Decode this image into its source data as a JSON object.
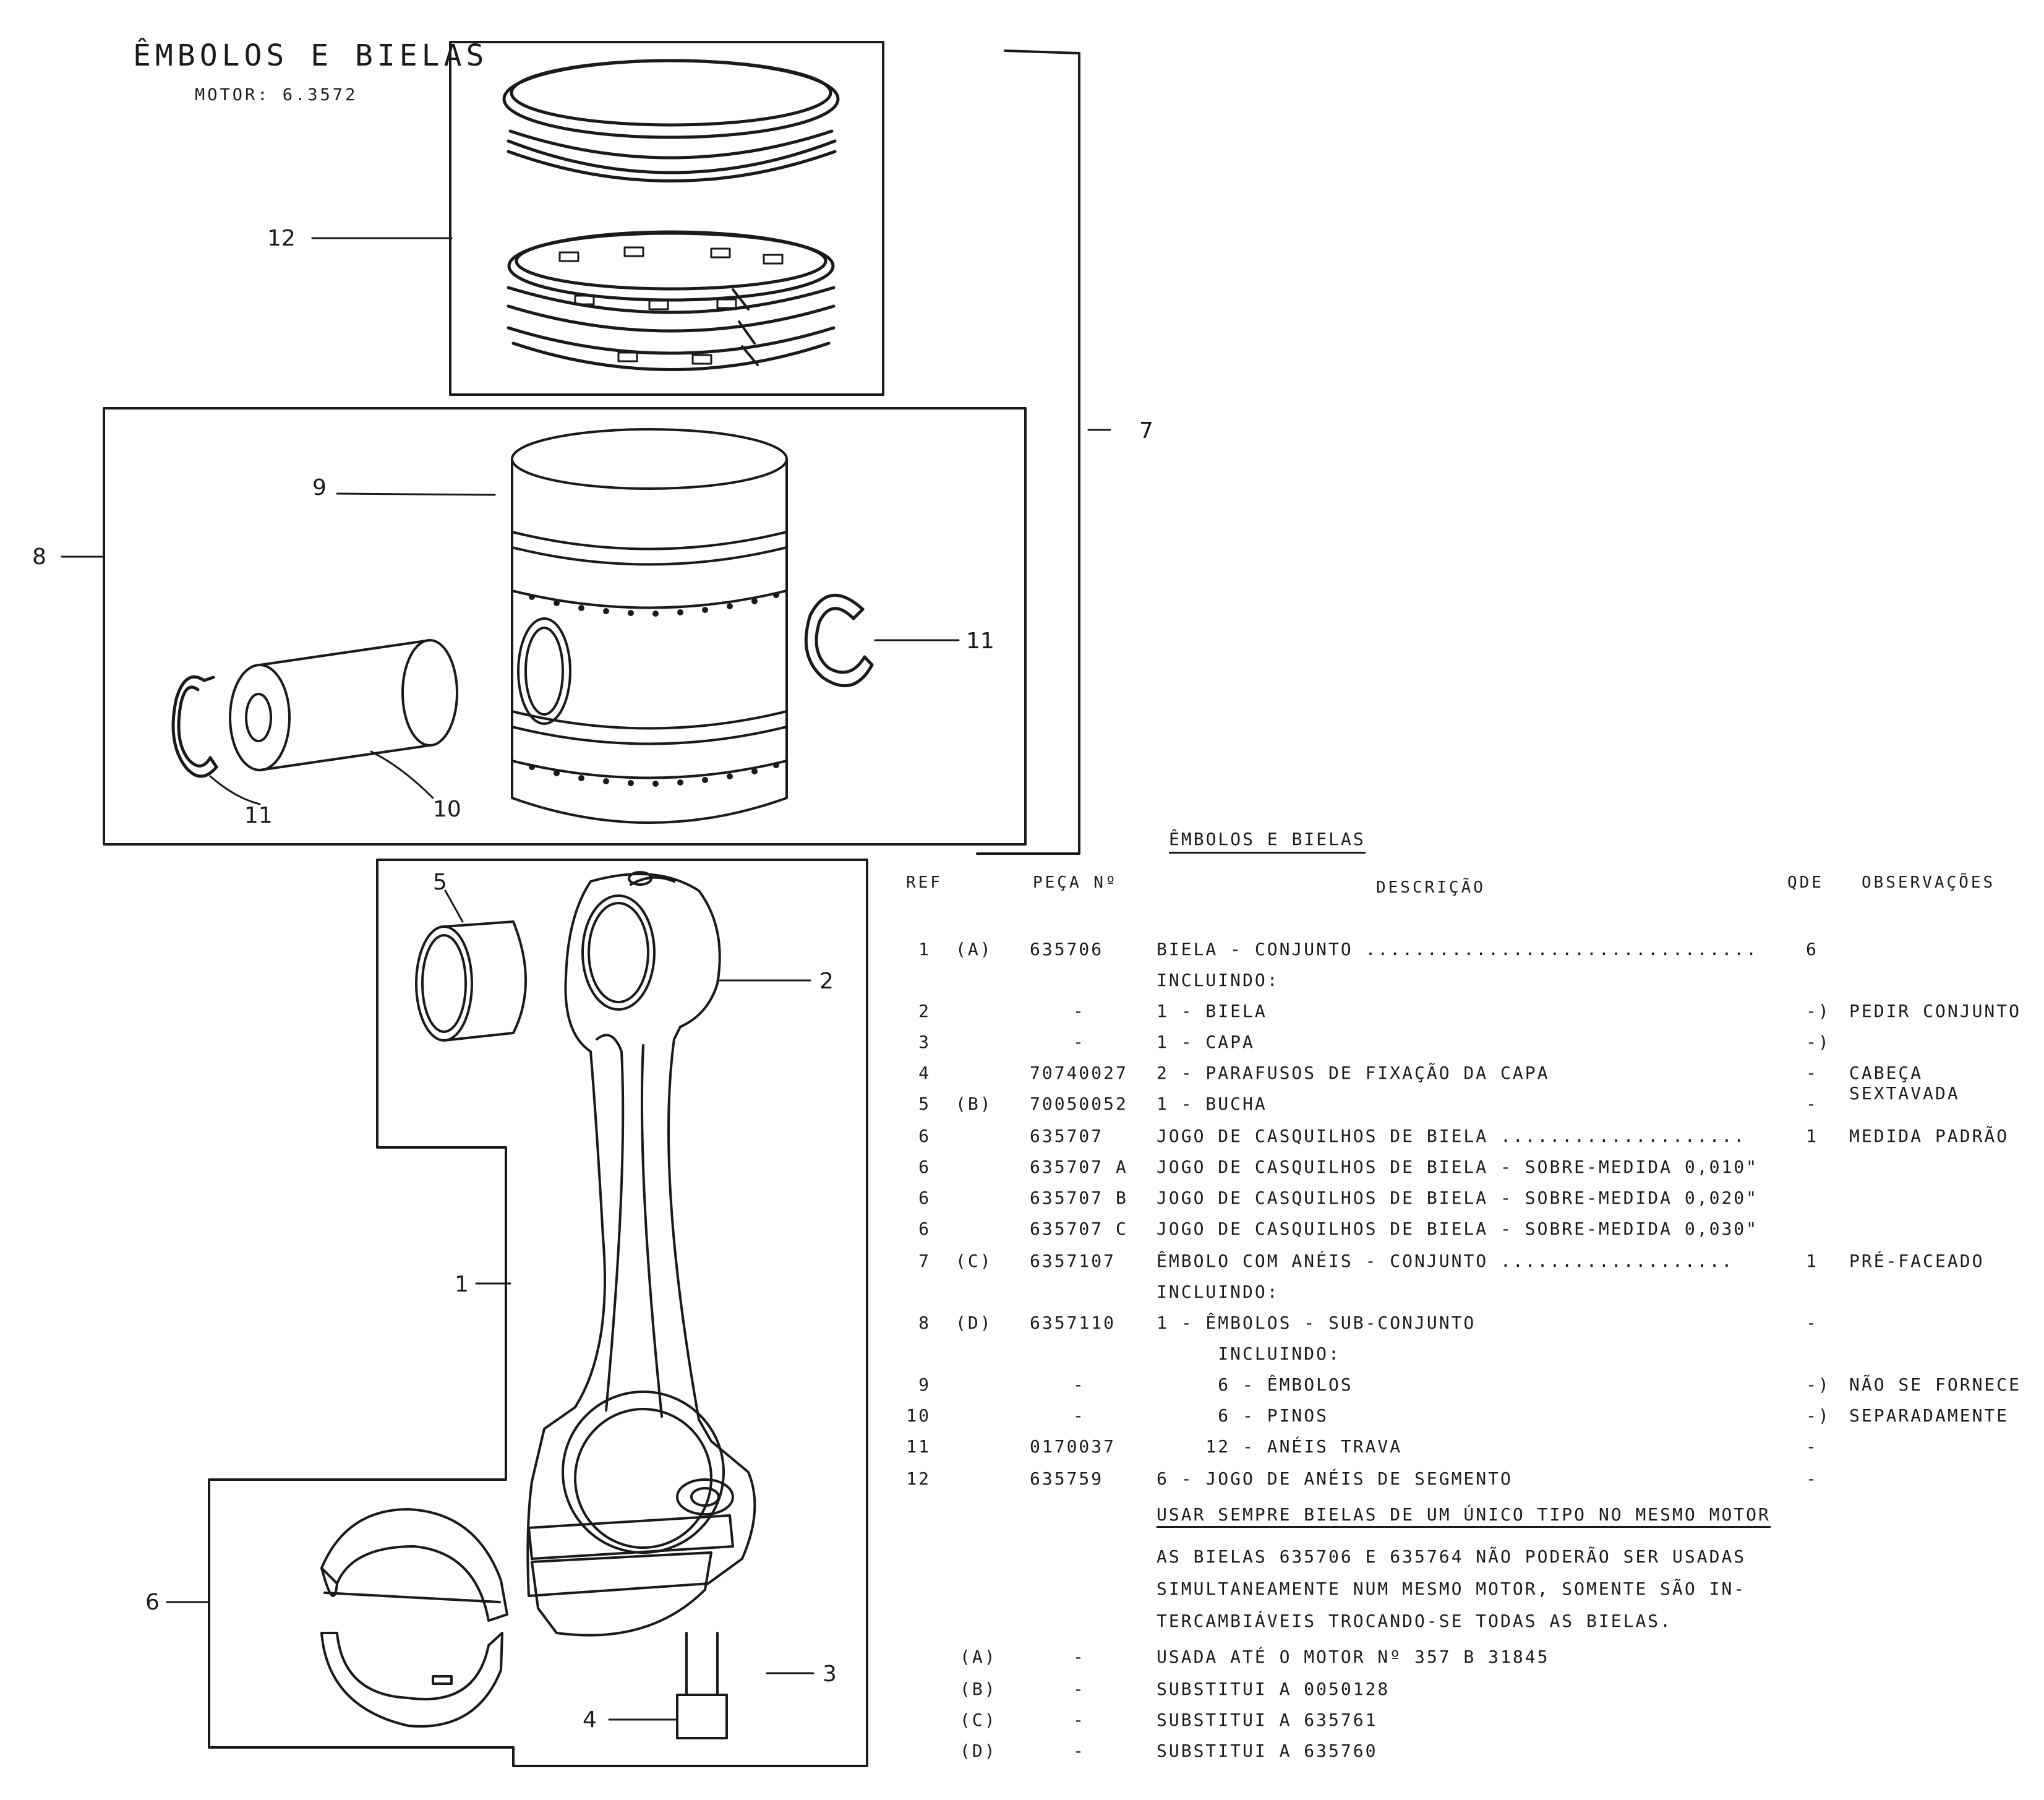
{
  "header": {
    "title": "ÊMBOLOS E BIELAS",
    "subtitle": "MOTOR: 6.3572"
  },
  "diagram": {
    "callouts": [
      "12",
      "9",
      "8",
      "7",
      "11",
      "11",
      "10",
      "5",
      "2",
      "1",
      "6",
      "3",
      "4"
    ]
  },
  "table": {
    "title": "ÊMBOLOS E BIELAS",
    "headers": {
      "ref": "REF",
      "part": "PEÇA Nº",
      "desc": "DESCRIÇÃO",
      "qty": "QDE",
      "obs": "OBSERVAÇÕES"
    },
    "rows": [
      {
        "ref": "1",
        "note": "(A)",
        "part": "635706",
        "desc": "BIELA - CONJUNTO ................................",
        "qty": "6",
        "obs": ""
      },
      {
        "ref": "",
        "note": "",
        "part": "",
        "desc": "INCLUINDO:",
        "qty": "",
        "obs": ""
      },
      {
        "ref": "2",
        "note": "",
        "part": "-",
        "desc": "1 - BIELA",
        "qty": "-)",
        "obs": "PEDIR CONJUNTO"
      },
      {
        "ref": "3",
        "note": "",
        "part": "-",
        "desc": "1 - CAPA",
        "qty": "-)",
        "obs": ""
      },
      {
        "ref": "4",
        "note": "",
        "part": "70740027",
        "desc": "2 - PARAFUSOS DE FIXAÇÃO DA CAPA",
        "qty": "-",
        "obs": "CABEÇA SEXTAVADA"
      },
      {
        "ref": "5",
        "note": "(B)",
        "part": "70050052",
        "desc": "1 - BUCHA",
        "qty": "-",
        "obs": ""
      },
      {
        "ref": "6",
        "note": "",
        "part": "635707",
        "desc": "JOGO DE CASQUILHOS DE BIELA ....................",
        "qty": "1",
        "obs": "MEDIDA PADRÃO"
      },
      {
        "ref": "6",
        "note": "",
        "part": "635707 A",
        "desc": "JOGO DE CASQUILHOS DE BIELA - SOBRE-MEDIDA 0,010\"",
        "qty": "",
        "obs": ""
      },
      {
        "ref": "6",
        "note": "",
        "part": "635707 B",
        "desc": "JOGO DE CASQUILHOS DE BIELA - SOBRE-MEDIDA 0,020\"",
        "qty": "",
        "obs": ""
      },
      {
        "ref": "6",
        "note": "",
        "part": "635707 C",
        "desc": "JOGO DE CASQUILHOS DE BIELA - SOBRE-MEDIDA 0,030\"",
        "qty": "",
        "obs": ""
      },
      {
        "ref": "7",
        "note": "(C)",
        "part": "6357107",
        "desc": "ÊMBOLO COM ANÉIS - CONJUNTO ...................",
        "qty": "1",
        "obs": "PRÉ-FACEADO"
      },
      {
        "ref": "",
        "note": "",
        "part": "",
        "desc": "INCLUINDO:",
        "qty": "",
        "obs": ""
      },
      {
        "ref": "8",
        "note": "(D)",
        "part": "6357110",
        "desc": "1 - ÊMBOLOS - SUB-CONJUNTO",
        "qty": "-",
        "obs": ""
      },
      {
        "ref": "",
        "note": "",
        "part": "",
        "desc": "     INCLUINDO:",
        "qty": "",
        "obs": ""
      },
      {
        "ref": "9",
        "note": "",
        "part": "-",
        "desc": "     6 - ÊMBOLOS",
        "qty": "-)",
        "obs": "NÃO SE FORNECE"
      },
      {
        "ref": "10",
        "note": "",
        "part": "-",
        "desc": "     6 - PINOS",
        "qty": "-)",
        "obs": "SEPARADAMENTE"
      },
      {
        "ref": "11",
        "note": "",
        "part": "0170037",
        "desc": "    12 - ANÉIS TRAVA",
        "qty": "-",
        "obs": ""
      },
      {
        "ref": "12",
        "note": "",
        "part": "635759",
        "desc": "6 - JOGO DE ANÉIS DE SEGMENTO",
        "qty": "-",
        "obs": ""
      }
    ],
    "warning": "USAR SEMPRE BIELAS DE UM ÚNICO TIPO NO MESMO MOTOR",
    "paragraph": [
      "AS BIELAS 635706 E 635764 NÃO PODERÃO SER USADAS",
      "SIMULTANEAMENTE NUM MESMO MOTOR, SOMENTE SÃO IN-",
      "TERCAMBIÁVEIS TROCANDO-SE TODAS AS BIELAS."
    ],
    "footnotes": [
      {
        "ref": "(A)",
        "part": "-",
        "desc": "USADA ATÉ O MOTOR Nº 357 B 31845"
      },
      {
        "ref": "(B)",
        "part": "-",
        "desc": "SUBSTITUI A 0050128"
      },
      {
        "ref": "(C)",
        "part": "-",
        "desc": "SUBSTITUI A 635761"
      },
      {
        "ref": "(D)",
        "part": "-",
        "desc": "SUBSTITUI A 635760"
      }
    ]
  }
}
